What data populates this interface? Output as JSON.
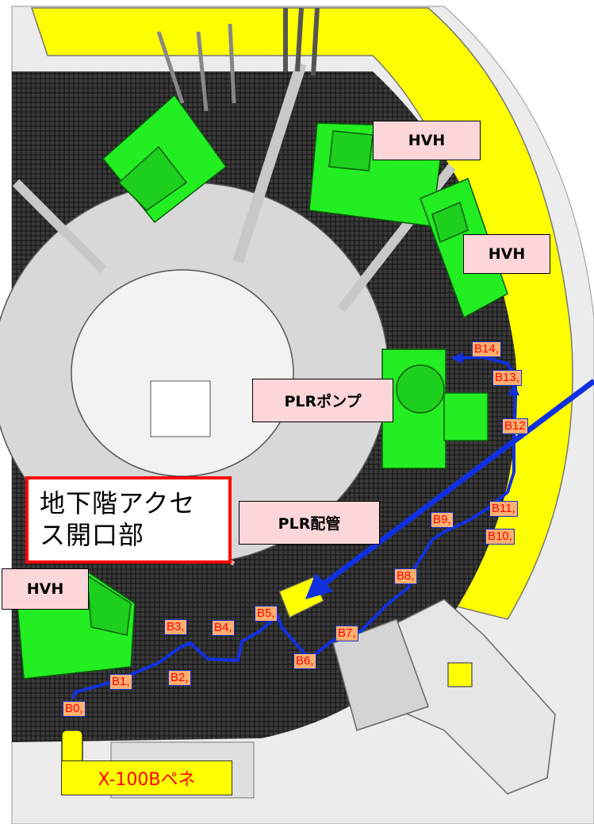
{
  "labels": {
    "hvh_top": "HVH",
    "hvh_right": "HVH",
    "hvh_left": "HVH",
    "plr_pump": "PLRポンプ",
    "plr_pipe": "PLR配管"
  },
  "callout": {
    "text": "地下階アクセ\nス開口部"
  },
  "penetration": {
    "label": "X-100Bペネ"
  },
  "route_points": [
    "B0,",
    "B1,",
    "B2,",
    "B3,",
    "B4,",
    "B5,",
    "B6,",
    "B7,",
    "B8,",
    "B9,",
    "B10,",
    "B11,",
    "B12",
    "B13,",
    "B14,"
  ],
  "colors": {
    "equipment": "#22ee22",
    "wall_yellow": "#ffff00",
    "route": "#1030e0",
    "callout_border": "#ff0000",
    "label_bg": "#fcd6d8",
    "point_bg": "#ffb070"
  }
}
